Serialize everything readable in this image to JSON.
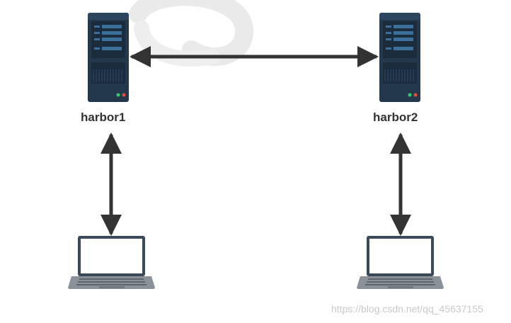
{
  "nodes": {
    "server_left": {
      "label": "harbor1"
    },
    "server_right": {
      "label": "harbor2"
    }
  },
  "watermark": {
    "text": "https://blog.csdn.net/qq_45637155"
  },
  "colors": {
    "server_body": "#24384c",
    "server_panel": "#1b2c3d",
    "server_bar": "#3c6f99",
    "arrow": "#333333",
    "laptop_frame": "#3a4a5a",
    "laptop_base": "#8a9199",
    "led_green": "#2ecc71",
    "led_red": "#e74c3c",
    "logo_watermark": "#e6e6e6"
  }
}
